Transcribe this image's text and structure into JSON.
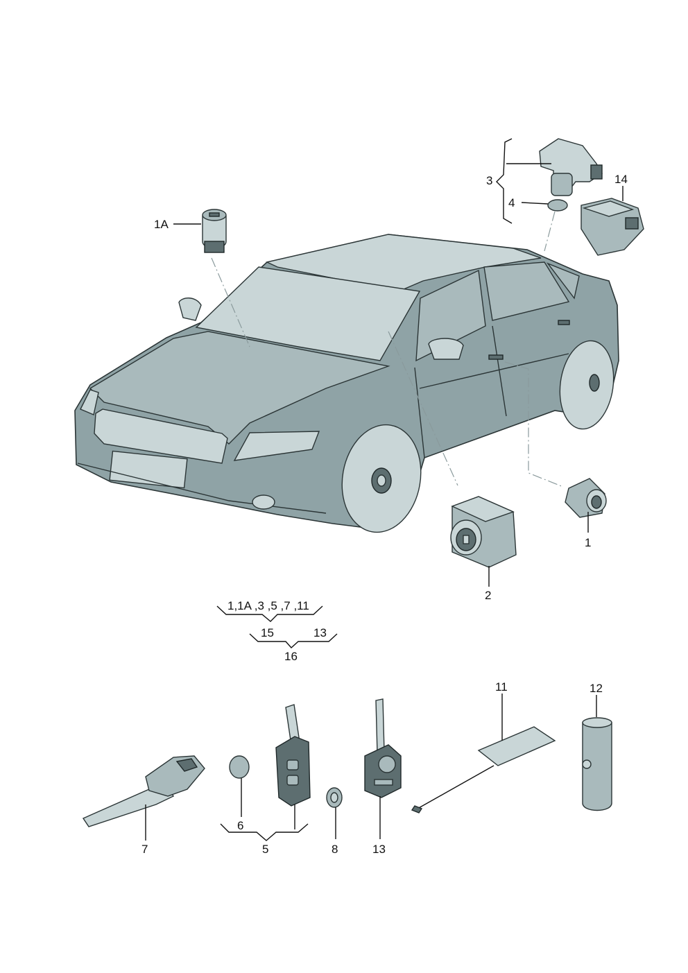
{
  "callouts": {
    "c1": "1",
    "c1a": "1A",
    "c2": "2",
    "c3": "3",
    "c4": "4",
    "c5": "5",
    "c6": "6",
    "c7": "7",
    "c8": "8",
    "c11": "11",
    "c12": "12",
    "c13": "13",
    "c14": "14"
  },
  "groups": {
    "combo_members": "1,1A ,3 ,5 ,7 ,11",
    "combo_result": "15",
    "combo_extra": "13",
    "total_result": "16"
  },
  "colors": {
    "part_fill": "#8fa3a6",
    "part_light": "#c9d6d7",
    "part_dark": "#5d6e70",
    "outline": "#2b3536"
  }
}
